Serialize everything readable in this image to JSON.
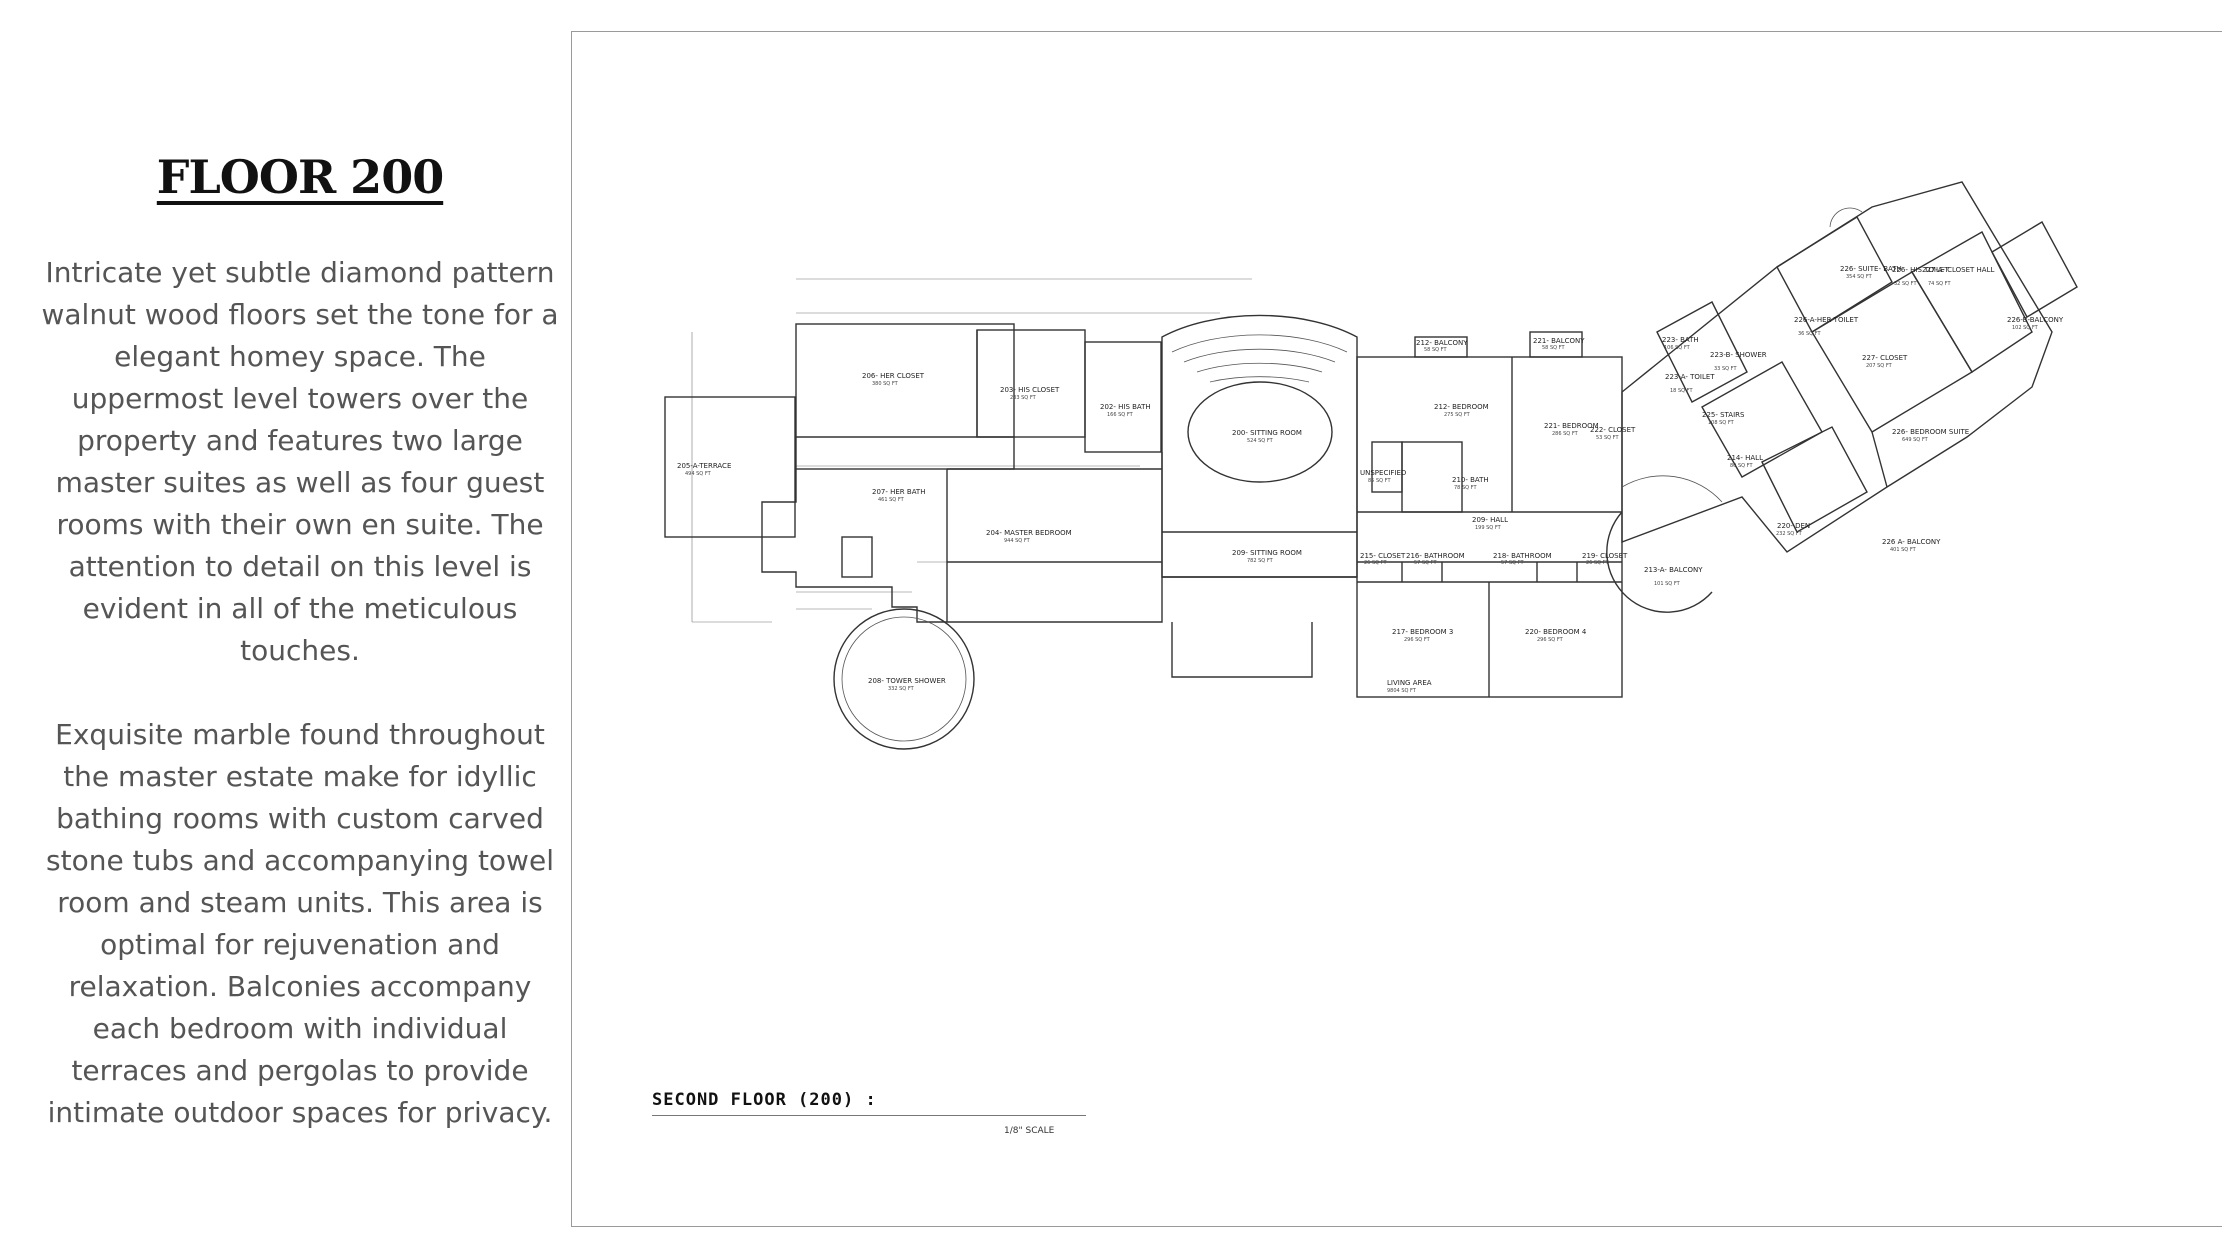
{
  "title": "FLOOR 200",
  "paragraphs": [
    "Intricate yet subtle diamond pattern walnut wood floors set the tone for a elegant homey space. The uppermost level towers over the property and features two large master suites as well as four guest rooms with their own en suite. The attention to detail on this level is evident in all of the meticulous touches.",
    "Exquisite marble found throughout the master estate make for idyllic bathing rooms with custom carved stone tubs and accompanying towel room and steam units. This area is optimal for rejuvenation and relaxation. Balconies accompany each bedroom with individual terraces and pergolas to provide intimate outdoor spaces for privacy."
  ],
  "plan": {
    "caption": "SECOND FLOOR (200) :",
    "scale": "1/8\" SCALE",
    "rooms": [
      {
        "label": "205-A-TERRACE",
        "area": "494 SQ FT"
      },
      {
        "label": "206- HER CLOSET",
        "area": "380 SQ FT"
      },
      {
        "label": "203- HIS CLOSET",
        "area": "233 SQ FT"
      },
      {
        "label": "202- HIS BATH",
        "area": "166 SQ FT"
      },
      {
        "label": "207- HER BATH",
        "area": "461 SQ FT"
      },
      {
        "label": "204- MASTER BEDROOM",
        "area": "944 SQ FT"
      },
      {
        "label": "208- TOWER SHOWER",
        "area": "332 SQ FT"
      },
      {
        "label": "200- SITTING ROOM",
        "area": "524 SQ FT"
      },
      {
        "label": "209- SITTING ROOM",
        "area": "782 SQ FT"
      },
      {
        "label": "212- BALCONY",
        "area": "58 SQ FT"
      },
      {
        "label": "212- BEDROOM",
        "area": "275 SQ FT"
      },
      {
        "label": "UNSPECIFIED",
        "area": "85 SQ FT"
      },
      {
        "label": "210- BATH",
        "area": "78 SQ FT"
      },
      {
        "label": "209- HALL",
        "area": "199 SQ FT"
      },
      {
        "label": "221- BALCONY",
        "area": "58 SQ FT"
      },
      {
        "label": "221- BEDROOM",
        "area": "286 SQ FT"
      },
      {
        "label": "222- CLOSET",
        "area": "53 SQ FT"
      },
      {
        "label": "215- CLOSET",
        "area": "26 SQ FT"
      },
      {
        "label": "216- BATHROOM",
        "area": "57 SQ FT"
      },
      {
        "label": "218- BATHROOM",
        "area": "57 SQ FT"
      },
      {
        "label": "219- CLOSET",
        "area": "26 SQ FT"
      },
      {
        "label": "217- BEDROOM 3",
        "area": "296 SQ FT"
      },
      {
        "label": "220- BEDROOM 4",
        "area": "296 SQ FT"
      },
      {
        "label": "LIVING AREA",
        "area": "9804 SQ FT"
      },
      {
        "label": "213-A- BALCONY",
        "area": "101 SQ FT"
      },
      {
        "label": "223- BATH",
        "area": "106 SQ FT"
      },
      {
        "label": "223-B- SHOWER",
        "area": "33 SQ FT"
      },
      {
        "label": "223-A- TOILET",
        "area": "18 SQ FT"
      },
      {
        "label": "225- STAIRS",
        "area": "108 SQ FT"
      },
      {
        "label": "214- HALL",
        "area": "80 SQ FT"
      },
      {
        "label": "226- SUITE- BATH",
        "area": "354 SQ FT"
      },
      {
        "label": "226- HIS TOILET",
        "area": "32 SQ FT"
      },
      {
        "label": "227-A- CLOSET HALL",
        "area": "74 SQ FT"
      },
      {
        "label": "226-A-HER TOILET",
        "area": "36 SQ FT"
      },
      {
        "label": "227- CLOSET",
        "area": "207 SQ FT"
      },
      {
        "label": "226-B-BALCONY",
        "area": "102 SQ FT"
      },
      {
        "label": "226- BEDROOM SUITE",
        "area": "649 SQ FT"
      },
      {
        "label": "220- DEN",
        "area": "232 SQ FT"
      },
      {
        "label": "226 A- BALCONY",
        "area": "401 SQ FT"
      }
    ]
  }
}
